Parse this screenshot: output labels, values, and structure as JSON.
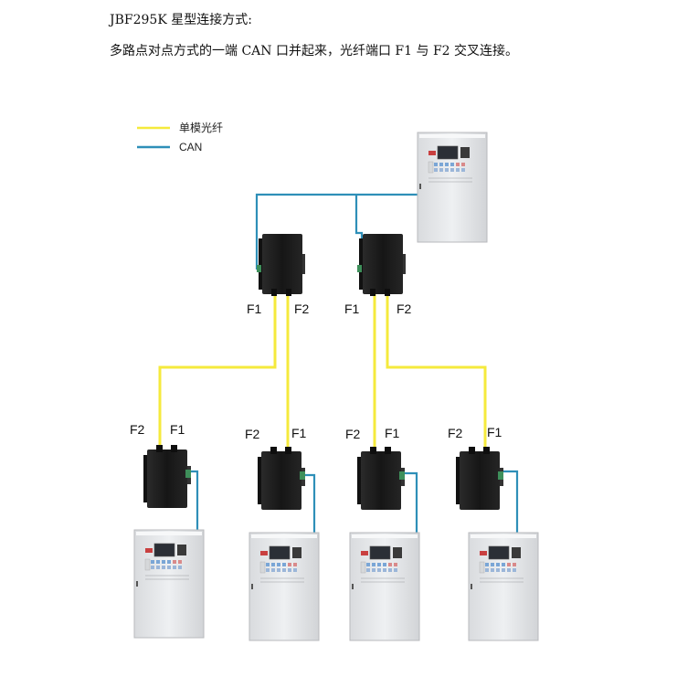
{
  "heading": "JBF295K 星型连接方式:",
  "description": "多路点对点方式的一端 CAN 口并起来，光纤端口 F1 与 F2 交叉连接。",
  "legend": {
    "fiber_label": "单模光纤",
    "can_label": "CAN"
  },
  "colors": {
    "fiber": "#f5ea3c",
    "can": "#2e8fb8",
    "converter": "#1b1b1b",
    "panel": "#e7e8ea"
  },
  "ports": {
    "f1": "F1",
    "f2": "F2"
  }
}
